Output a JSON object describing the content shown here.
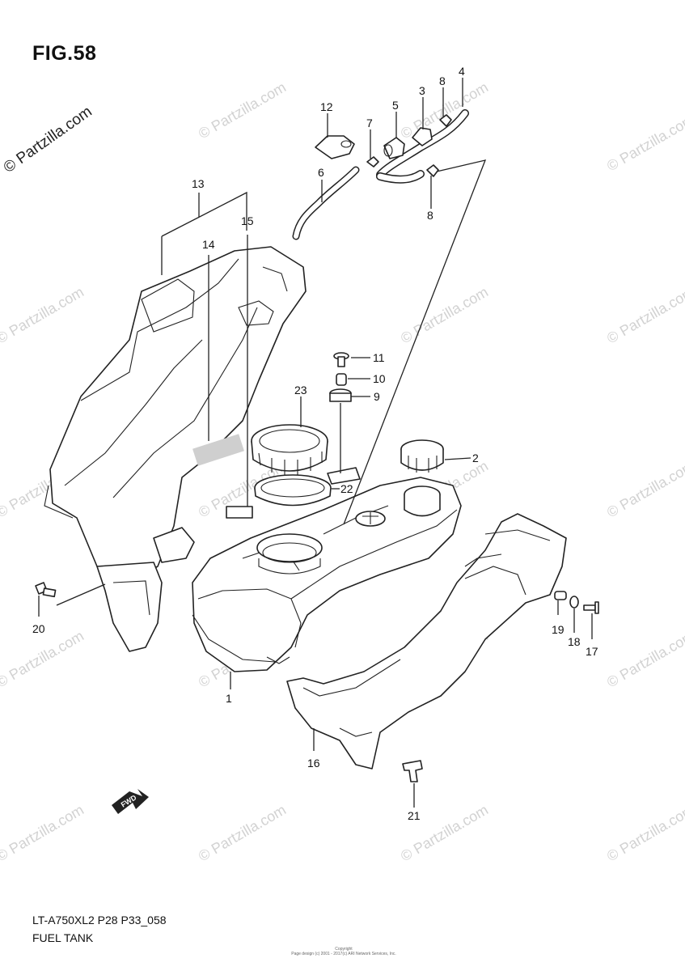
{
  "figure": {
    "title": "FIG.58",
    "model_code": "LT-A750XL2 P28 P33_058",
    "sheet_title": "FUEL TANK"
  },
  "watermark": {
    "text": "© Partzilla.com"
  },
  "copyright_note": "Copyright\nPage design (c) 2001 - 2017(c) ARI Network Services, Inc.",
  "fwd_arrow_label": "FWD",
  "callouts": [
    {
      "id": "c1",
      "number": "1"
    },
    {
      "id": "c2",
      "number": "2"
    },
    {
      "id": "c3",
      "number": "3"
    },
    {
      "id": "c4",
      "number": "4"
    },
    {
      "id": "c5",
      "number": "5"
    },
    {
      "id": "c6",
      "number": "6"
    },
    {
      "id": "c7",
      "number": "7"
    },
    {
      "id": "c8a",
      "number": "8"
    },
    {
      "id": "c8b",
      "number": "8"
    },
    {
      "id": "c9",
      "number": "9"
    },
    {
      "id": "c10",
      "number": "10"
    },
    {
      "id": "c11",
      "number": "11"
    },
    {
      "id": "c12",
      "number": "12"
    },
    {
      "id": "c13",
      "number": "13"
    },
    {
      "id": "c14",
      "number": "14"
    },
    {
      "id": "c15",
      "number": "15"
    },
    {
      "id": "c16",
      "number": "16"
    },
    {
      "id": "c17",
      "number": "17"
    },
    {
      "id": "c18",
      "number": "18"
    },
    {
      "id": "c19",
      "number": "19"
    },
    {
      "id": "c20",
      "number": "20"
    },
    {
      "id": "c21",
      "number": "21"
    },
    {
      "id": "c22",
      "number": "22"
    },
    {
      "id": "c23",
      "number": "23"
    }
  ]
}
